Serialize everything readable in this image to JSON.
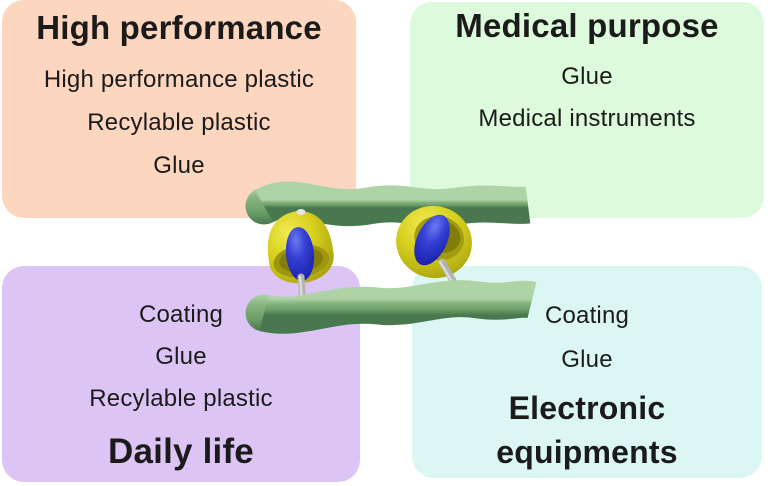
{
  "figure": {
    "description": "Applications diagram of host-guest crosslinked polymer material",
    "background": "#ffffff",
    "text_color": "#1b1b1b"
  },
  "quadrants": [
    {
      "id": "high-performance",
      "title": "High performance",
      "title_position": "top",
      "bg_color": "#fcd6bf",
      "items": [
        "High performance plastic",
        "Recylable plastic",
        "Glue"
      ]
    },
    {
      "id": "medical-purpose",
      "title": "Medical purpose",
      "title_position": "top",
      "bg_color": "#ddfadc",
      "items": [
        "Glue",
        "Medical instruments"
      ]
    },
    {
      "id": "daily-life",
      "title": "Daily life",
      "title_position": "bottom",
      "bg_color": "#dcc5f4",
      "items": [
        "Coating",
        "Glue",
        "Recylable plastic"
      ]
    },
    {
      "id": "electronic-equipments",
      "title": "Electronic equipments",
      "title_position": "bottom",
      "bg_color": "#dcf7f3",
      "items": [
        "Coating",
        "Glue"
      ]
    }
  ],
  "illustration": {
    "name": "host-guest-polymer-crosslink",
    "elements": [
      "top polymer chain",
      "bottom polymer chain",
      "two yellow host cups",
      "two blue guest units",
      "gray linker stalks"
    ],
    "colors": {
      "chain_green": "#6d9f69",
      "chain_green_highlight": "#aed3a6",
      "chain_green_shadow": "#49784e",
      "host_yellow": "#d6cf1d",
      "host_yellow_shadow": "#938d0c",
      "guest_blue": "#2c35cc",
      "stalk_gray": "#b3b3b3"
    }
  }
}
